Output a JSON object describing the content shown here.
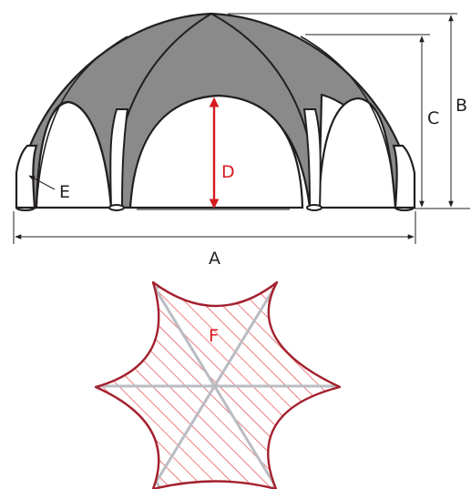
{
  "labels": {
    "a": "A",
    "b": "B",
    "c": "C",
    "d": "D",
    "e": "E",
    "f": "F"
  },
  "colors": {
    "outline": "#231f20",
    "canopy_fill": "#8a8a8a",
    "accent_red": "#d71920",
    "footprint_outline": "#a3212e",
    "hatch": "#e0393e",
    "frame_lines": "#b9bcc2",
    "dimension_lines": "#231f20"
  }
}
